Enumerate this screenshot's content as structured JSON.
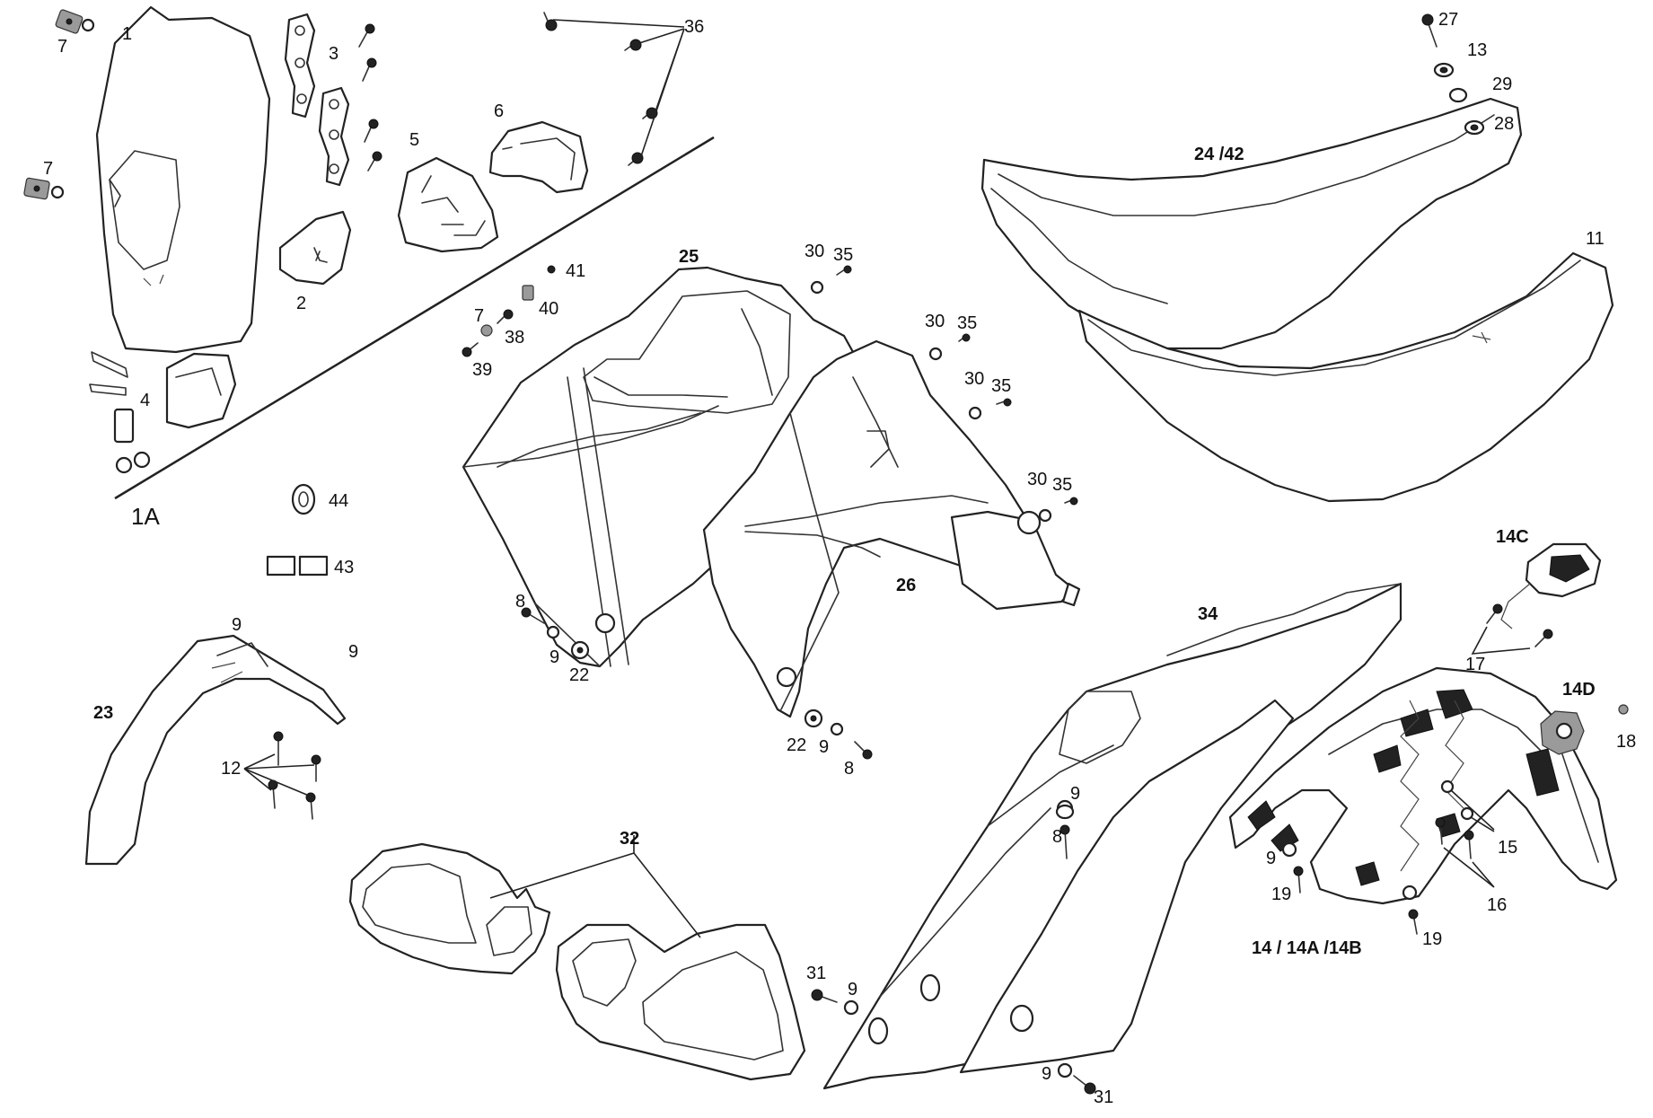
{
  "labels": {
    "l1": "1",
    "l1a": "1A",
    "l2": "2",
    "l3": "3",
    "l4": "4",
    "l5": "5",
    "l6": "6",
    "l7a": "7",
    "l7b": "7",
    "l7c": "7",
    "l8a": "8",
    "l8b": "8",
    "l8c": "8",
    "l9a": "9",
    "l9b": "9",
    "l9c": "9",
    "l9d": "9",
    "l9e": "9",
    "l9f": "9",
    "l9g": "9",
    "l9h": "9",
    "l11": "11",
    "l12": "12",
    "l13": "13",
    "l14": "14 / 14A /14B",
    "l14c": "14C",
    "l14d": "14D",
    "l15": "15",
    "l16": "16",
    "l17": "17",
    "l18": "18",
    "l19a": "19",
    "l19b": "19",
    "l22a": "22",
    "l22b": "22",
    "l23": "23",
    "l24": "24 /42",
    "l25": "25",
    "l26": "26",
    "l27": "27",
    "l28": "28",
    "l29": "29",
    "l30a": "30",
    "l30b": "30",
    "l30c": "30",
    "l30d": "30",
    "l31a": "31",
    "l31b": "31",
    "l32": "32",
    "l34": "34",
    "l35a": "35",
    "l35b": "35",
    "l35c": "35",
    "l35d": "35",
    "l36": "36",
    "l38": "38",
    "l39": "39",
    "l40": "40",
    "l41": "41",
    "l43": "43",
    "l44": "44"
  }
}
